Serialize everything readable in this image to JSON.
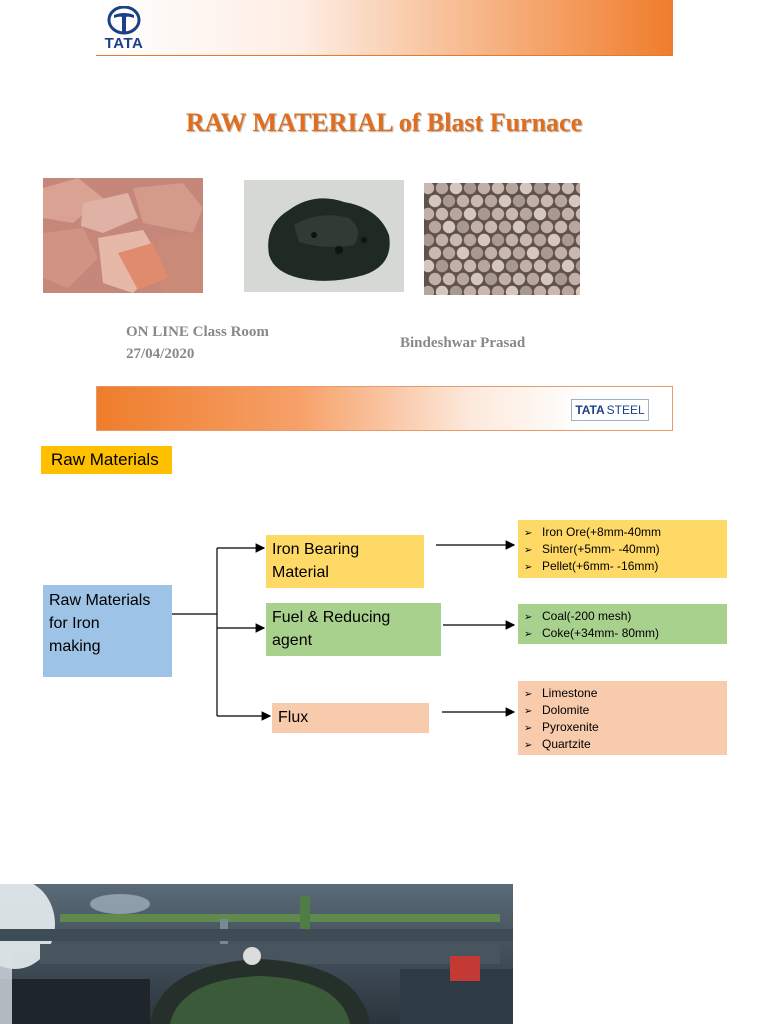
{
  "header": {
    "logo_text": "TATA"
  },
  "title": "RAW MATERIAL of Blast Furnace",
  "class_info": {
    "line1": "ON LINE Class Room",
    "line2": "27/04/2020"
  },
  "author": "Bindeshwar Prasad",
  "footer_logo": {
    "brand": "TATA",
    "word": "STEEL"
  },
  "section_label": "Raw Materials",
  "diagram": {
    "root": [
      "Raw Materials",
      "for Iron",
      "making"
    ],
    "branches": [
      {
        "label": [
          "Iron Bearing",
          "Material"
        ],
        "items": [
          "Iron Ore(+8mm-40mm",
          "Sinter(+5mm- -40mm)",
          "Pellet(+6mm- -16mm)"
        ]
      },
      {
        "label": [
          "Fuel & Reducing",
          "agent"
        ],
        "items": [
          "Coal(-200 mesh)",
          "Coke(+34mm- 80mm)"
        ]
      },
      {
        "label": [
          "Flux"
        ],
        "items": [
          "Limestone",
          "Dolomite",
          "Pyroxenite",
          "Quartzite"
        ]
      }
    ],
    "bullet": "➢"
  },
  "colors": {
    "accent_orange": "#ef7d2b",
    "title_orange": "#e26d1c",
    "tata_blue": "#1b3f8b",
    "label_yellow": "#ffc000",
    "root_blue": "#9dc3e6",
    "iron_yellow": "#ffd966",
    "fuel_green": "#a9d18e",
    "flux_peach": "#f8cbad"
  }
}
